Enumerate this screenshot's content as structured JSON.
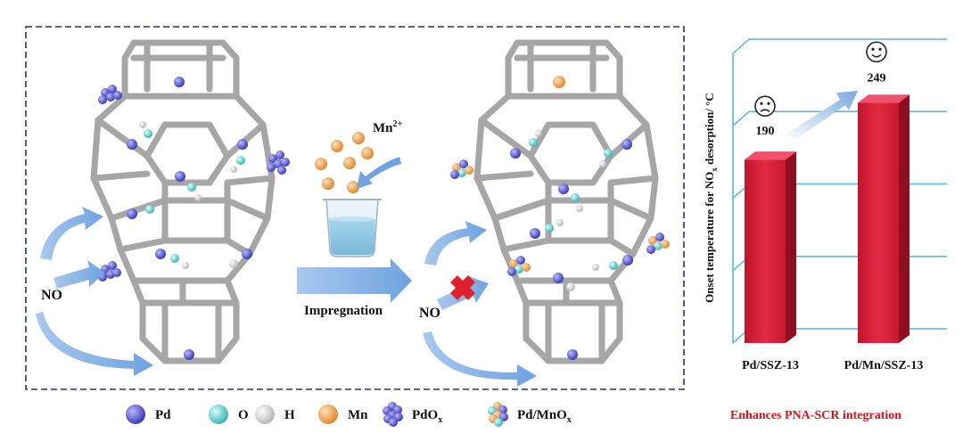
{
  "left_panel": {
    "inlet_label": "NO",
    "ion_label": "Mn",
    "ion_charge": "2+",
    "process_label": "Impregnation",
    "blocked_inlet_label": "NO"
  },
  "chart_data": {
    "type": "bar",
    "title": "",
    "ylabel": "Onset temperature for NOx desorption/ °C",
    "ylabel_parts": {
      "pre": "Onset temperature for NO",
      "sub": "x",
      "post": " desorption/ °C"
    },
    "categories": [
      "Pd/SSZ-13",
      "Pd/Mn/SSZ-13"
    ],
    "values": [
      190,
      249
    ],
    "value_labels": [
      "190",
      "249"
    ],
    "ylim": [
      0,
      300
    ],
    "bar_color": "#d8213a",
    "grid": true,
    "sentiment": [
      "sad",
      "happy"
    ],
    "caption": "Enhances PNA-SCR integration",
    "caption_color": "#e0101e"
  },
  "legend": [
    {
      "label": "Pd",
      "sub": "",
      "color": "#5b5bd6"
    },
    {
      "label": "O",
      "sub": "",
      "color": "#6fd8d2"
    },
    {
      "label": "H",
      "sub": "",
      "color": "#f2f2f2"
    },
    {
      "label": "Mn",
      "sub": "",
      "color": "#f2a85c"
    },
    {
      "label": "PdO",
      "sub": "x",
      "color": "#4a58c8"
    },
    {
      "label": "Pd/MnO",
      "sub": "x",
      "color": "#e89a3c"
    }
  ]
}
